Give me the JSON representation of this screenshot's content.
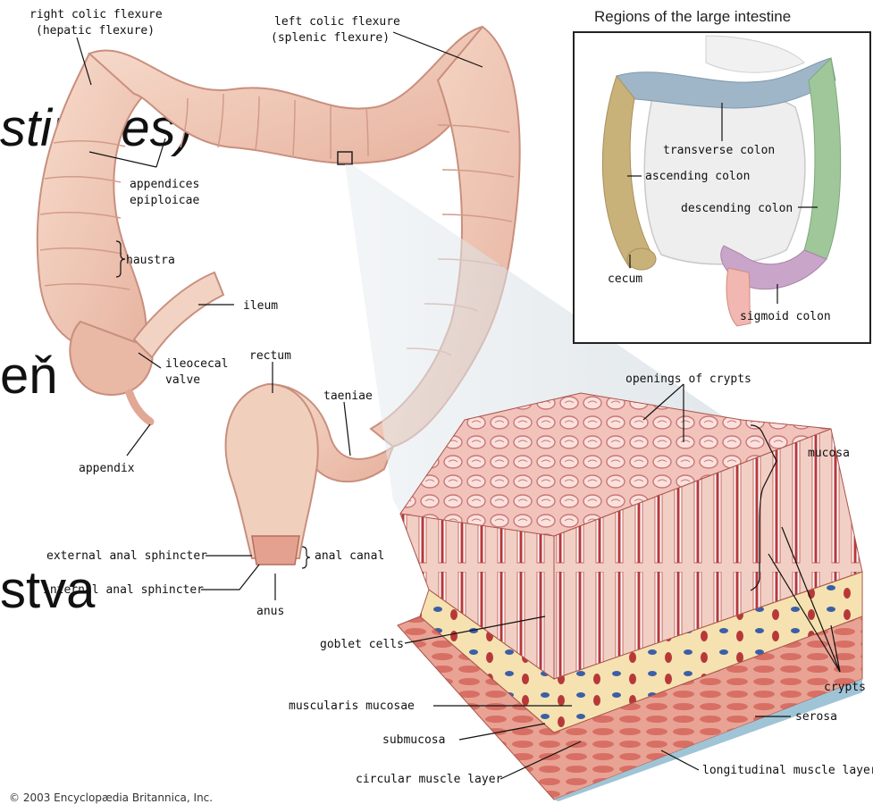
{
  "background_text": {
    "fragment_1": "stinales)",
    "fragment_2": "eň",
    "fragment_3": "stva"
  },
  "labels": {
    "right_colic_flexure": "right colic flexure",
    "hepatic_flexure": "(hepatic flexure)",
    "left_colic_flexure": "left colic flexure",
    "splenic_flexure": "(splenic flexure)",
    "appendices": "appendices",
    "epiploicae": "epiploicae",
    "haustra": "haustra",
    "ileum": "ileum",
    "ileocecal_1": "ileocecal",
    "ileocecal_2": "valve",
    "rectum": "rectum",
    "taeniae": "taeniae",
    "appendix": "appendix",
    "external_anal_sphincter": "external anal sphincter",
    "anal_canal": "anal canal",
    "internal_anal_sphincter": "internal anal sphincter",
    "anus": "anus",
    "openings_of_crypts": "openings of crypts",
    "mucosa": "mucosa",
    "goblet_cells": "goblet cells",
    "crypts": "crypts",
    "muscularis_mucosae": "muscularis mucosae",
    "serosa": "serosa",
    "submucosa": "submucosa",
    "circular_muscle_layer": "circular muscle layer",
    "longitudinal_muscle_layer": "longitudinal muscle layer"
  },
  "inset": {
    "title": "Regions of the large intestine",
    "transverse_colon": "transverse colon",
    "ascending_colon": "ascending colon",
    "descending_colon": "descending colon",
    "cecum": "cecum",
    "sigmoid_colon": "sigmoid colon"
  },
  "copyright": "© 2003 Encyclopædia Britannica, Inc.",
  "colors": {
    "intestine": "#f2c9b6",
    "intestine_dark": "#d89a86",
    "transverse": "#9fb6c9",
    "ascending": "#c9b27a",
    "descending": "#9fc79a",
    "sigmoid": "#c9a5c9",
    "tissue_red": "#b8383a",
    "submucosa": "#f5e2b0"
  }
}
